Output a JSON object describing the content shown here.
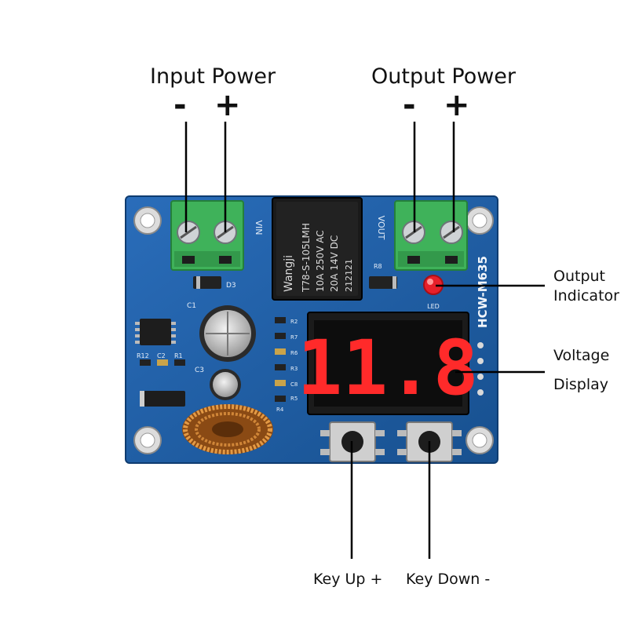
{
  "labels": {
    "input_power": "Input Power",
    "output_power": "Output Power",
    "minus": "-",
    "plus": "+",
    "output_indicator_line1": "Output",
    "output_indicator_line2": "Indicator",
    "voltage_display_line1": "Voltage",
    "voltage_display_line2": "Display",
    "key_up": "Key Up +",
    "key_down": "Key Down -"
  },
  "board": {
    "model": "HCW-M635",
    "display_digits": "11.8",
    "relay_brand": "Wangji",
    "relay_model": "T78-S-105LMH",
    "relay_rating_1": "10A 250V AC",
    "relay_rating_2": "20A 14V DC",
    "relay_code": "212121",
    "vin": "VIN",
    "vout": "VOUT",
    "led": "LED",
    "d3": "D3",
    "c1": "C1",
    "c3": "C3",
    "r12": "R12",
    "c2": "C2",
    "r1": "R1",
    "r8": "R8",
    "r3": "R3",
    "r4": "R4",
    "r5": "R5",
    "c8": "C8",
    "r6": "R6",
    "r7": "R7",
    "r2": "R2"
  },
  "colors": {
    "pcb": "#1f5fa6",
    "terminal": "#3fb25a",
    "display_digit": "#ff2a2a",
    "led": "#e8202a",
    "inductor": "#c97a2c"
  }
}
